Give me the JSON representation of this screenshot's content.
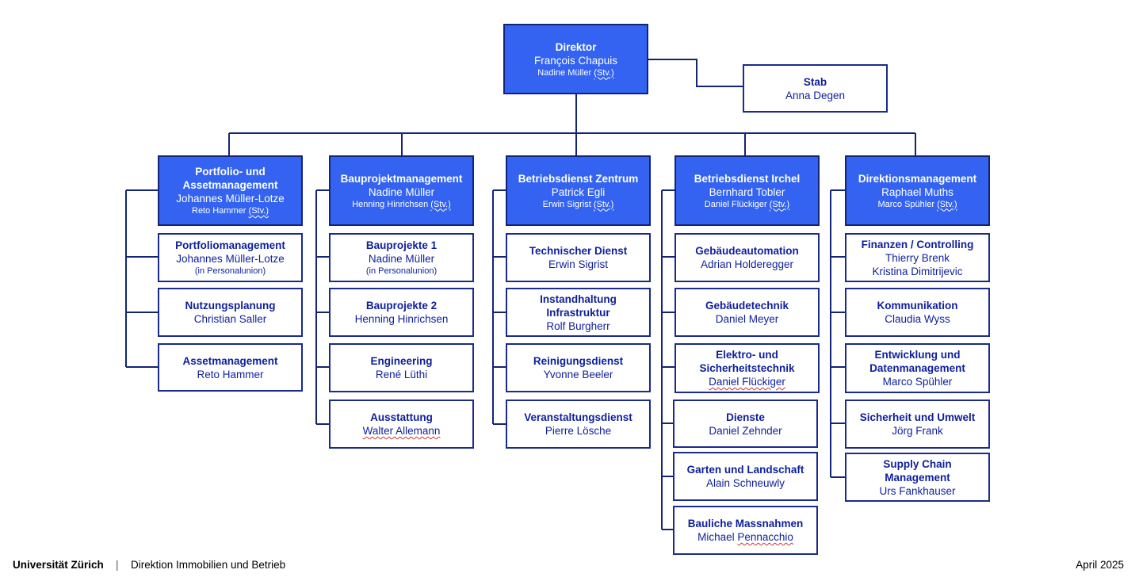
{
  "director": {
    "title": "Direktor",
    "name": "François Chapuis",
    "deputy_name": "Nadine Müller",
    "deputy_suffix": "(Stv.)"
  },
  "stab": {
    "title": "Stab",
    "name": "Anna Degen"
  },
  "departments": [
    {
      "title": "Portfolio- und Assetmanagement",
      "name": "Johannes Müller-Lotze",
      "deputy_name": "Reto Hammer",
      "deputy_suffix": "(Stv.)",
      "units": [
        {
          "title": "Portfoliomanagement",
          "names": [
            "Johannes Müller-Lotze"
          ],
          "note": "(in Personalunion)"
        },
        {
          "title": "Nutzungsplanung",
          "names": [
            "Christian Saller"
          ]
        },
        {
          "title": "Assetmanagement",
          "names": [
            "Reto Hammer"
          ]
        }
      ]
    },
    {
      "title": "Bauprojektmanagement",
      "name": "Nadine Müller",
      "deputy_name": "Henning Hinrichsen",
      "deputy_suffix": "(Stv.)",
      "units": [
        {
          "title": "Bauprojekte 1",
          "names": [
            "Nadine Müller"
          ],
          "note": "(in Personalunion)"
        },
        {
          "title": "Bauprojekte 2",
          "names": [
            "Henning Hinrichsen"
          ]
        },
        {
          "title": "Engineering",
          "names": [
            "René Lüthi"
          ]
        },
        {
          "title": "Ausstattung",
          "names": [
            "Walter Allemann"
          ]
        }
      ]
    },
    {
      "title": "Betriebsdienst Zentrum",
      "name": "Patrick Egli",
      "deputy_name": "Erwin Sigrist",
      "deputy_suffix": "(Stv.)",
      "units": [
        {
          "title": "Technischer Dienst",
          "names": [
            "Erwin Sigrist"
          ]
        },
        {
          "title": "Instandhaltung Infrastruktur",
          "names": [
            "Rolf Burgherr"
          ]
        },
        {
          "title": "Reinigungsdienst",
          "names": [
            "Yvonne Beeler"
          ]
        },
        {
          "title": "Veranstaltungsdienst",
          "names": [
            "Pierre Lösche"
          ]
        }
      ]
    },
    {
      "title": "Betriebsdienst Irchel",
      "name": "Bernhard Tobler",
      "deputy_name": "Daniel Flückiger",
      "deputy_suffix": "(Stv.)",
      "units": [
        {
          "title": "Gebäudeautomation",
          "names": [
            "Adrian Holderegger"
          ]
        },
        {
          "title": "Gebäudetechnik",
          "names": [
            "Daniel Meyer"
          ]
        },
        {
          "title": "Elektro- und Sicherheitstechnik",
          "names": [
            "Daniel Flückiger"
          ]
        },
        {
          "title": "Dienste",
          "names": [
            "Daniel Zehnder"
          ]
        },
        {
          "title": "Garten und Landschaft",
          "names": [
            "Alain Schneuwly"
          ]
        },
        {
          "title": "Bauliche Massnahmen",
          "names": [
            "Michael Pennacchio"
          ]
        }
      ]
    },
    {
      "title": "Direktionsmanagement",
      "name": "Raphael Muths",
      "deputy_name": "Marco Spühler",
      "deputy_suffix": "(Stv.)",
      "units": [
        {
          "title": "Finanzen / Controlling",
          "names": [
            "Thierry Brenk",
            "Kristina Dimitrijevic"
          ]
        },
        {
          "title": "Kommunikation",
          "names": [
            "Claudia Wyss"
          ]
        },
        {
          "title": "Entwicklung und Datenmanagement",
          "names": [
            "Marco Spühler"
          ]
        },
        {
          "title": "Sicherheit und Umwelt",
          "names": [
            "Jörg Frank"
          ]
        },
        {
          "title": "Supply Chain Management",
          "names": [
            "Urs Fankhauser"
          ]
        }
      ]
    }
  ],
  "footer": {
    "university": "Universität Zürich",
    "separator": "|",
    "unit": "Direktion Immobilien und Betrieb",
    "date": "April 2025"
  },
  "colors": {
    "header_fill": "#3363f0",
    "border": "#1b2a8f",
    "text": "#0d1f9c"
  }
}
